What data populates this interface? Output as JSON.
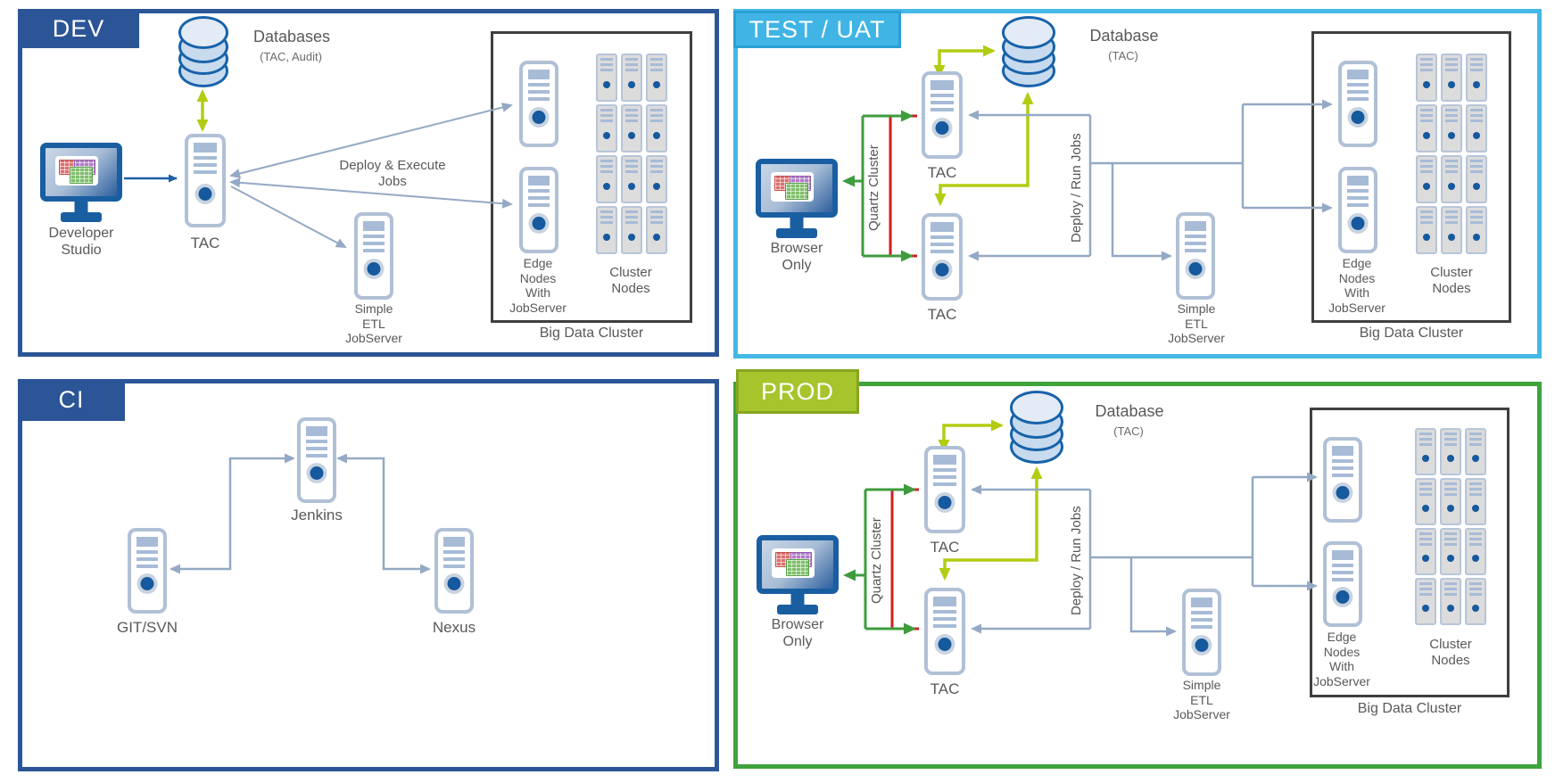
{
  "colors": {
    "dev_ci_border": "#2B5597",
    "test_border": "#44B9E5",
    "prod_border": "#3FA33C",
    "prod_tab_fill": "#A6C52D",
    "lime_arrow": "#B3CC12",
    "green_arrow": "#3E9C3C",
    "red_line": "#D01E1E",
    "gray_connector": "#94A9C4",
    "server_dot_blue": "#15599E",
    "label_text": "#595959"
  },
  "dev": {
    "tab": "DEV",
    "databases_title": "Databases",
    "databases_subtitle": "(TAC, Audit)",
    "tac": "TAC",
    "developer_studio": "Developer\nStudio",
    "deploy_execute": "Deploy & Execute\nJobs",
    "simple_etl": "Simple\nETL\nJobServer",
    "edge_nodes": "Edge\nNodes\nWith\nJobServer",
    "cluster_nodes": "Cluster\nNodes",
    "big_data_cluster": "Big Data Cluster"
  },
  "test_uat": {
    "tab": "TEST / UAT",
    "database_title": "Database",
    "database_subtitle": "(TAC)",
    "tac1": "TAC",
    "tac2": "TAC",
    "browser_only": "Browser\nOnly",
    "quartz_cluster": "Quartz Cluster",
    "deploy_run_jobs": "Deploy / Run Jobs",
    "simple_etl": "Simple\nETL\nJobServer",
    "edge_nodes": "Edge\nNodes\nWith\nJobServer",
    "cluster_nodes": "Cluster\nNodes",
    "big_data_cluster": "Big Data Cluster"
  },
  "ci": {
    "tab": "CI",
    "jenkins": "Jenkins",
    "git_svn": "GIT/SVN",
    "nexus": "Nexus"
  },
  "prod": {
    "tab": "PROD",
    "database_title": "Database",
    "database_subtitle": "(TAC)",
    "tac1": "TAC",
    "tac2": "TAC",
    "browser_only": "Browser\nOnly",
    "quartz_cluster": "Quartz Cluster",
    "deploy_run_jobs": "Deploy / Run Jobs",
    "simple_etl": "Simple\nETL\nJobServer",
    "edge_nodes": "Edge\nNodes\nWith\nJobServer",
    "cluster_nodes": "Cluster\nNodes",
    "big_data_cluster": "Big Data Cluster"
  }
}
